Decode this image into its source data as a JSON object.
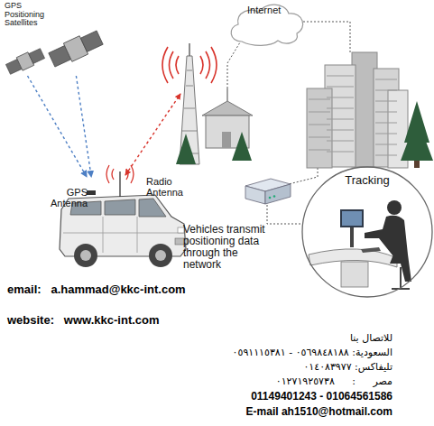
{
  "diagram": {
    "nodes": [
      {
        "text": [
          "GPS Positioning Satellites"
        ]
      },
      {
        "text": [
          "Internet"
        ]
      },
      {
        "text": [
          "GPS Antenna",
          "Radio Antenna",
          "Vehicles transmit positioning data through the network"
        ]
      },
      {
        "text": [
          "Tracking"
        ]
      }
    ],
    "edges": [
      {
        "from": 0,
        "to": 2,
        "arrow": "to"
      },
      {
        "from": 0,
        "to": 2,
        "arrow": "to"
      }
    ],
    "labels": [
      "email:   a.hammad@kkc-int.com",
      "website:   www.kkc-int.com",
      "للاتصال بنا",
      "السعودية: ٠٥٦٩٨٤٨١٨٨ - ٠٥٩١١١٥٣٨١",
      "تليفاكس: ٠١٤٠٨٣٩٧٧",
      "مصر : ٠١٢٧١٩٢٥٧٣٨",
      "01149401243 - 01064561586",
      "E-mail ah1510@hotmail.com"
    ]
  }
}
